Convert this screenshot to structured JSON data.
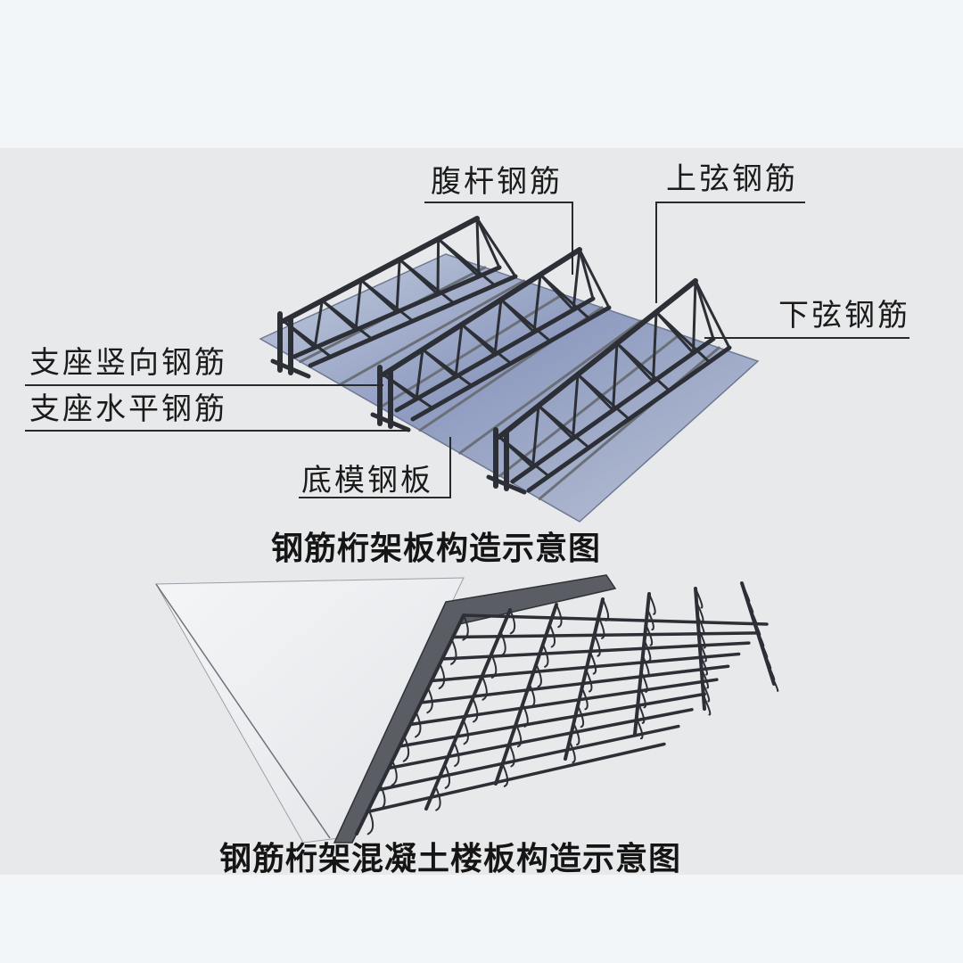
{
  "diagram1": {
    "labels": {
      "web_bar": "腹杆钢筋",
      "top_chord": "上弦钢筋",
      "bottom_chord": "下弦钢筋",
      "support_vertical": "支座竖向钢筋",
      "support_horizontal": "支座水平钢筋",
      "deck_plate": "底模钢板"
    },
    "caption": "钢筋桁架板构造示意图"
  },
  "diagram2": {
    "caption": "钢筋桁架混凝土楼板构造示意图"
  },
  "colors": {
    "background_outer": "#f3f6f8",
    "panel": "#e8e9ea",
    "deck_steel": "#9aa8c4",
    "rebar": "#2c2f35"
  }
}
